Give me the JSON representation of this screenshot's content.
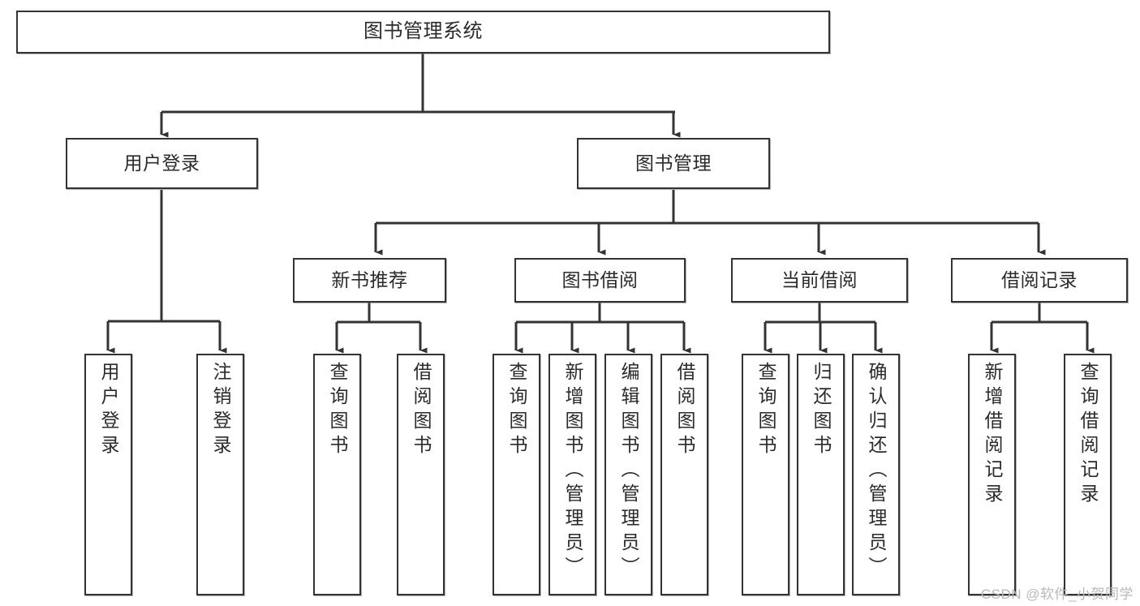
{
  "diagram": {
    "title": "图书管理系统",
    "type": "tree-hierarchy-chart",
    "watermark": "CSDN @软件_小贺同学",
    "colors": {
      "box_border": "#333333",
      "box_fill": "#ffffff",
      "text": "#2b2b2b",
      "connector": "#333333",
      "watermark": "#b8b8b8",
      "background": "#ffffff"
    },
    "root": {
      "label": "图书管理系统"
    },
    "level2": [
      {
        "label": "用户登录"
      },
      {
        "label": "图书管理"
      }
    ],
    "level3": [
      {
        "label": "新书推荐"
      },
      {
        "label": "图书借阅"
      },
      {
        "label": "当前借阅"
      },
      {
        "label": "借阅记录"
      }
    ],
    "leaves": {
      "user_login": [
        {
          "label": "用户登录"
        },
        {
          "label": "注销登录"
        }
      ],
      "new_book_recommend": [
        {
          "label": "查询图书"
        },
        {
          "label": "借阅图书"
        }
      ],
      "book_borrow": [
        {
          "label": "查询图书"
        },
        {
          "label": "新增图书（管理员）"
        },
        {
          "label": "编辑图书（管理员）"
        },
        {
          "label": "借阅图书"
        }
      ],
      "current_borrow": [
        {
          "label": "查询图书"
        },
        {
          "label": "归还图书"
        },
        {
          "label": "确认归还（管理员）"
        }
      ],
      "borrow_record": [
        {
          "label": "新增借阅记录"
        },
        {
          "label": "查询借阅记录"
        }
      ]
    }
  }
}
